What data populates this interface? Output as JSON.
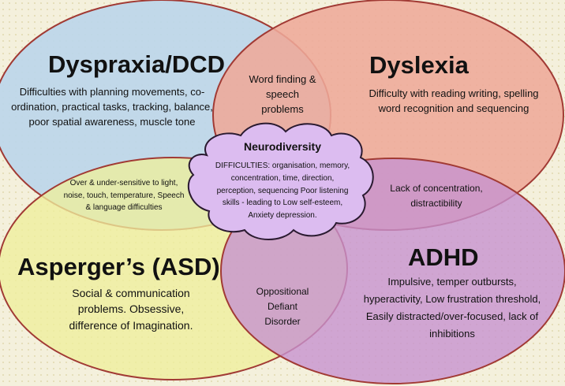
{
  "diagram": {
    "colors": {
      "background": "#f4f0dc",
      "dyspraxia_fill": "#bcd6e9",
      "dyslexia_fill": "#eea898",
      "asd_fill": "#eeee9c",
      "adhd_fill": "#c792cf",
      "cloud_fill": "#dcbcf0",
      "outline": "#a13a34"
    },
    "dyspraxia": {
      "title": "Dyspraxia/DCD",
      "lines": [
        "Difficulties with planning movements, co-",
        "ordination, practical tasks, tracking, balance,",
        "poor spatial awareness, muscle tone"
      ]
    },
    "dyslexia": {
      "title": "Dyslexia",
      "lines": [
        "Difficulty with reading writing, spelling",
        "word recognition and sequencing"
      ]
    },
    "asd": {
      "title": "Asperger’s (ASD)",
      "lines": [
        "Social & communication",
        "problems. Obsessive,",
        "difference of Imagination."
      ]
    },
    "adhd": {
      "title": "ADHD",
      "lines": [
        "Impulsive, temper outbursts,",
        "hyperactivity, Low frustration threshold,",
        "Easily distracted/over-focused, lack of",
        "inhibitions"
      ]
    },
    "overlap_dyspraxia_dyslexia": {
      "lines": [
        "Word finding &",
        "speech",
        "problems"
      ]
    },
    "overlap_dyspraxia_asd": {
      "lines": [
        "Over & under-sensitive to light,",
        "noise, touch, temperature, Speech",
        "& language difficulties"
      ]
    },
    "overlap_dyslexia_adhd": {
      "lines": [
        "Lack of concentration,",
        "distractibility"
      ]
    },
    "overlap_asd_adhd": {
      "lines": [
        "Oppositional",
        "Defiant",
        "Disorder"
      ]
    },
    "center": {
      "title": "Neurodiversity",
      "lines": [
        "DIFFICULTIES: organisation, memory,",
        "concentration, time, direction,",
        "perception, sequencing Poor listening",
        "skills - leading to Low self-esteem,",
        "Anxiety depression."
      ]
    }
  }
}
